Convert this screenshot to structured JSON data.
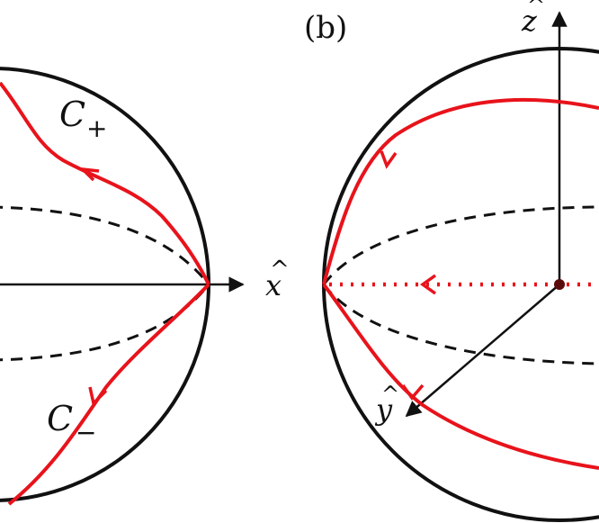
{
  "panel_b": {
    "label": "(b)"
  },
  "panel_a": {
    "curve_upper": {
      "symbol": "C",
      "subscript": "+"
    },
    "curve_lower": {
      "symbol": "C",
      "subscript": "−"
    },
    "axis_x": {
      "hat": "^",
      "letter": "x"
    }
  },
  "panel_b_axes": {
    "axis_z": {
      "hat": "^",
      "letter": "z"
    },
    "axis_y": {
      "hat": "^",
      "letter": "y"
    }
  },
  "colors": {
    "curve": "#e8131b",
    "outline": "#111111",
    "background": "#ffffff"
  }
}
